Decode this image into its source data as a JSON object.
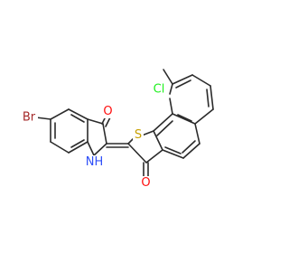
{
  "atoms": [
    {
      "id": "br",
      "label": "Br",
      "color": "#a52a2a"
    },
    {
      "id": "o1",
      "label": "O",
      "color": "#ff0d0d"
    },
    {
      "id": "nh",
      "label": "NH",
      "color": "#3050f8"
    },
    {
      "id": "s",
      "label": "S",
      "color": "#c8a000"
    },
    {
      "id": "cl",
      "label": "Cl",
      "color": "#1ff01f"
    },
    {
      "id": "o2",
      "label": "O",
      "color": "#ff0d0d"
    }
  ]
}
